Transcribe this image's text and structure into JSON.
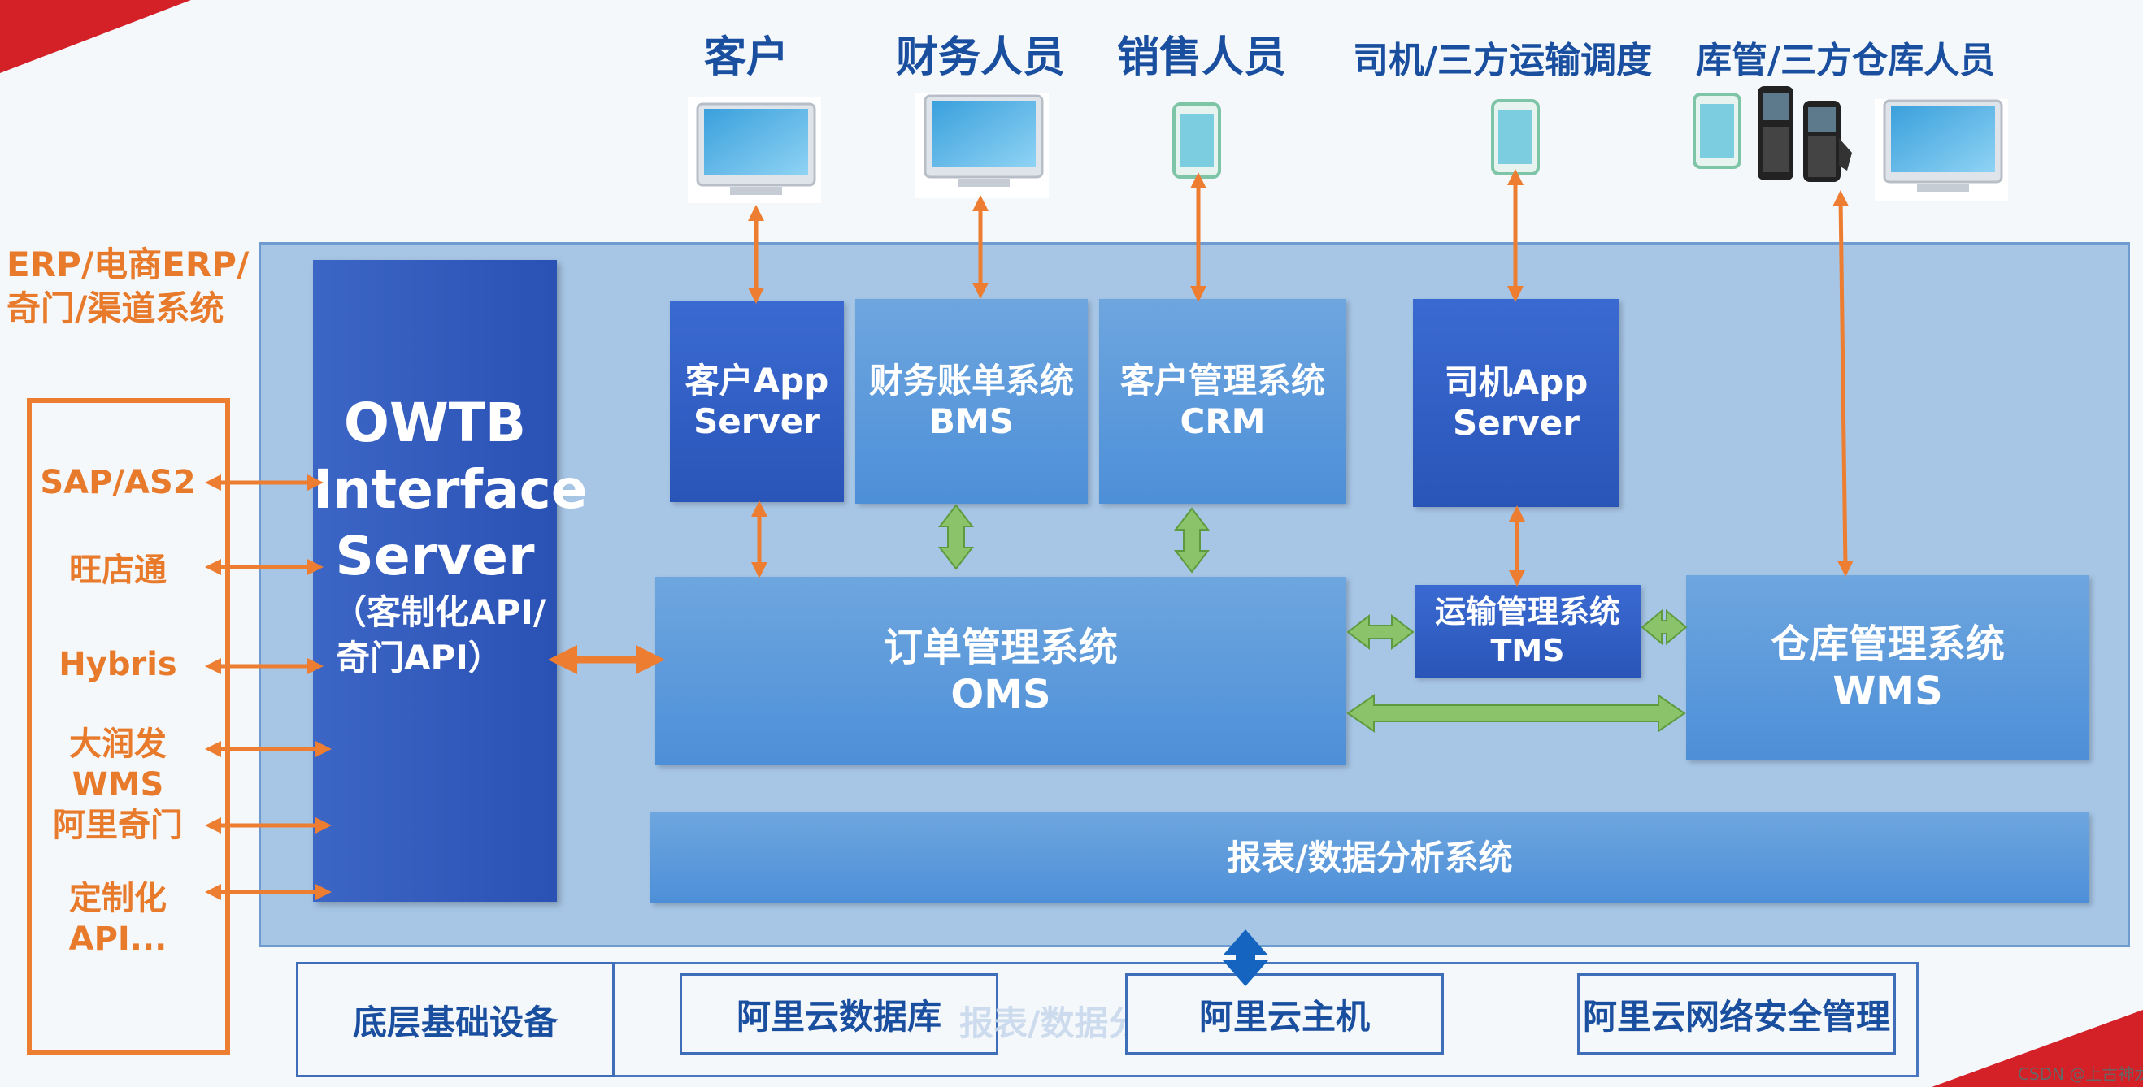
{
  "roles": [
    "客户",
    "财务人员",
    "销售人员",
    "司机/三方运输调度",
    "库管/三方仓库人员"
  ],
  "ext": {
    "title_line1": "ERP/电商ERP/",
    "title_line2": "奇门/渠道系统",
    "items": [
      "SAP/AS2",
      "旺店通",
      "Hybris",
      "大润发",
      "WMS",
      "阿里奇门",
      "定制化",
      "API..."
    ]
  },
  "owtb": {
    "line1": "OWTB",
    "line2": "Interface",
    "line3": "Server",
    "line4": "（客制化API/",
    "line5": "奇门API）"
  },
  "systems": {
    "cust_app": [
      "客户App",
      "Server"
    ],
    "bms": [
      "财务账单系统",
      "BMS"
    ],
    "crm": [
      "客户管理系统",
      "CRM"
    ],
    "driver_app": [
      "司机App",
      "Server"
    ],
    "oms": [
      "订单管理系统",
      "OMS"
    ],
    "tms": [
      "运输管理系统",
      "TMS"
    ],
    "wms": [
      "仓库管理系统",
      "WMS"
    ],
    "report": "报表/数据分析系统"
  },
  "infra": {
    "label": "底层基础设备",
    "db": "阿里云数据库",
    "host": "阿里云主机",
    "security": "阿里云网络安全管理",
    "ghost_text": "报表/数据分析"
  },
  "watermark": "CSDN @上古神龙",
  "colors": {
    "orange": "#ed7d31",
    "green": "#70ad47",
    "blue": "#1a4fa0",
    "dark_box": "#2f5cbf",
    "light_box": "#5b9bd5"
  }
}
